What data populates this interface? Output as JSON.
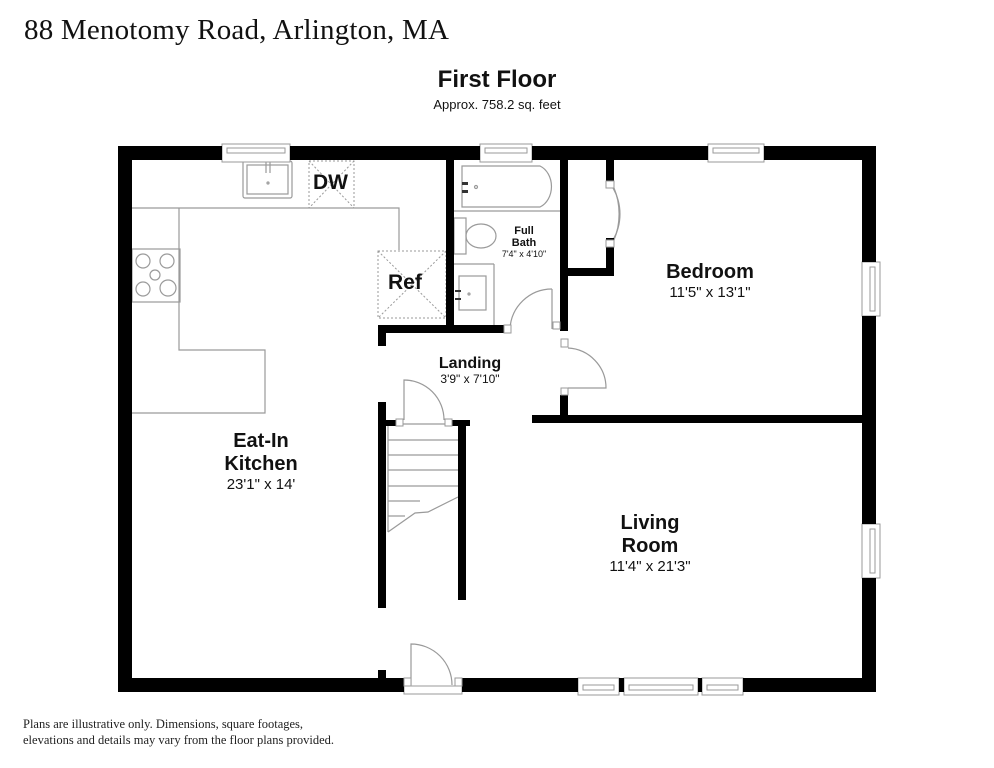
{
  "header": {
    "address": "88 Menotomy Road, Arlington, MA",
    "floor_title": "First Floor",
    "floor_area": "Approx. 758.2 sq. feet"
  },
  "rooms": {
    "kitchen": {
      "name_line1": "Eat-In",
      "name_line2": "Kitchen",
      "dimensions": "23'1\" x 14'"
    },
    "bath": {
      "name_line1": "Full",
      "name_line2": "Bath",
      "dimensions": "7'4\" x 4'10\""
    },
    "bedroom": {
      "name": "Bedroom",
      "dimensions": "11'5\" x 13'1\""
    },
    "landing": {
      "name": "Landing",
      "dimensions": "3'9\" x 7'10\""
    },
    "living": {
      "name_line1": "Living",
      "name_line2": "Room",
      "dimensions": "11'4\" x 21'3\""
    }
  },
  "fixtures": {
    "dishwasher": "DW",
    "refrigerator": "Ref"
  },
  "footer": {
    "disclaimer_line1": "Plans are illustrative only. Dimensions, square footages,",
    "disclaimer_line2": "elevations and details may vary from the floor plans provided."
  },
  "colors": {
    "wall": "#000000",
    "fixture_line": "#9a9a9a",
    "background": "#ffffff"
  }
}
